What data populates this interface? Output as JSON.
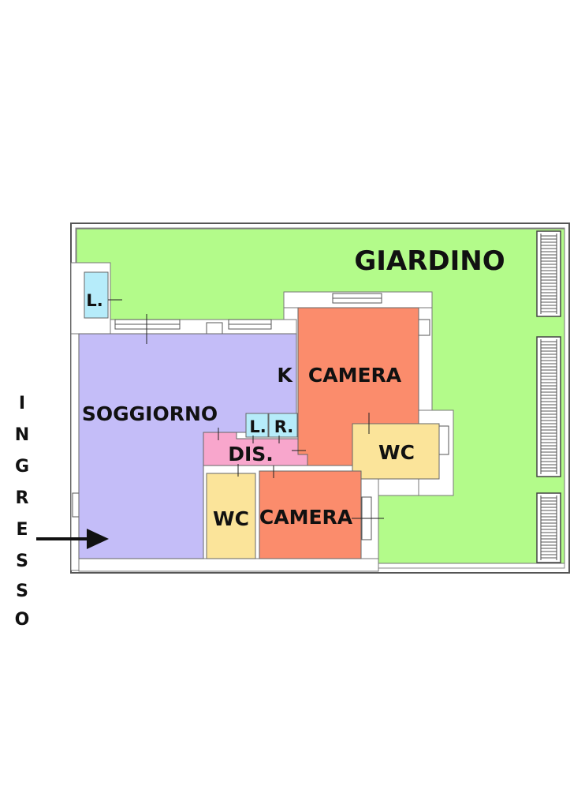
{
  "rooms": {
    "giardino": "GIARDINO",
    "lavanderia": "L.",
    "soggiorno": "SOGGIORNO",
    "cucina": "K",
    "camera_1": "CAMERA",
    "camera_2": "CAMERA",
    "disimpegno": "DIS.",
    "locale_1": "L.",
    "ripostiglio": "R.",
    "wc_1": "WC",
    "wc_2": "WC"
  },
  "entrance": {
    "letters": [
      "I",
      "N",
      "G",
      "R",
      "E",
      "S",
      "S",
      "O"
    ],
    "arrow_icon": "arrow-right-icon"
  },
  "colors": {
    "garden": "#b3fb8a",
    "living": "#c4bdf8",
    "bedroom": "#fb8c6c",
    "bathroom": "#fbe49a",
    "hall": "#f8a6cc",
    "storage": "#b6ecfa",
    "wall": "#ffffff",
    "outline": "#6a6a6a"
  }
}
